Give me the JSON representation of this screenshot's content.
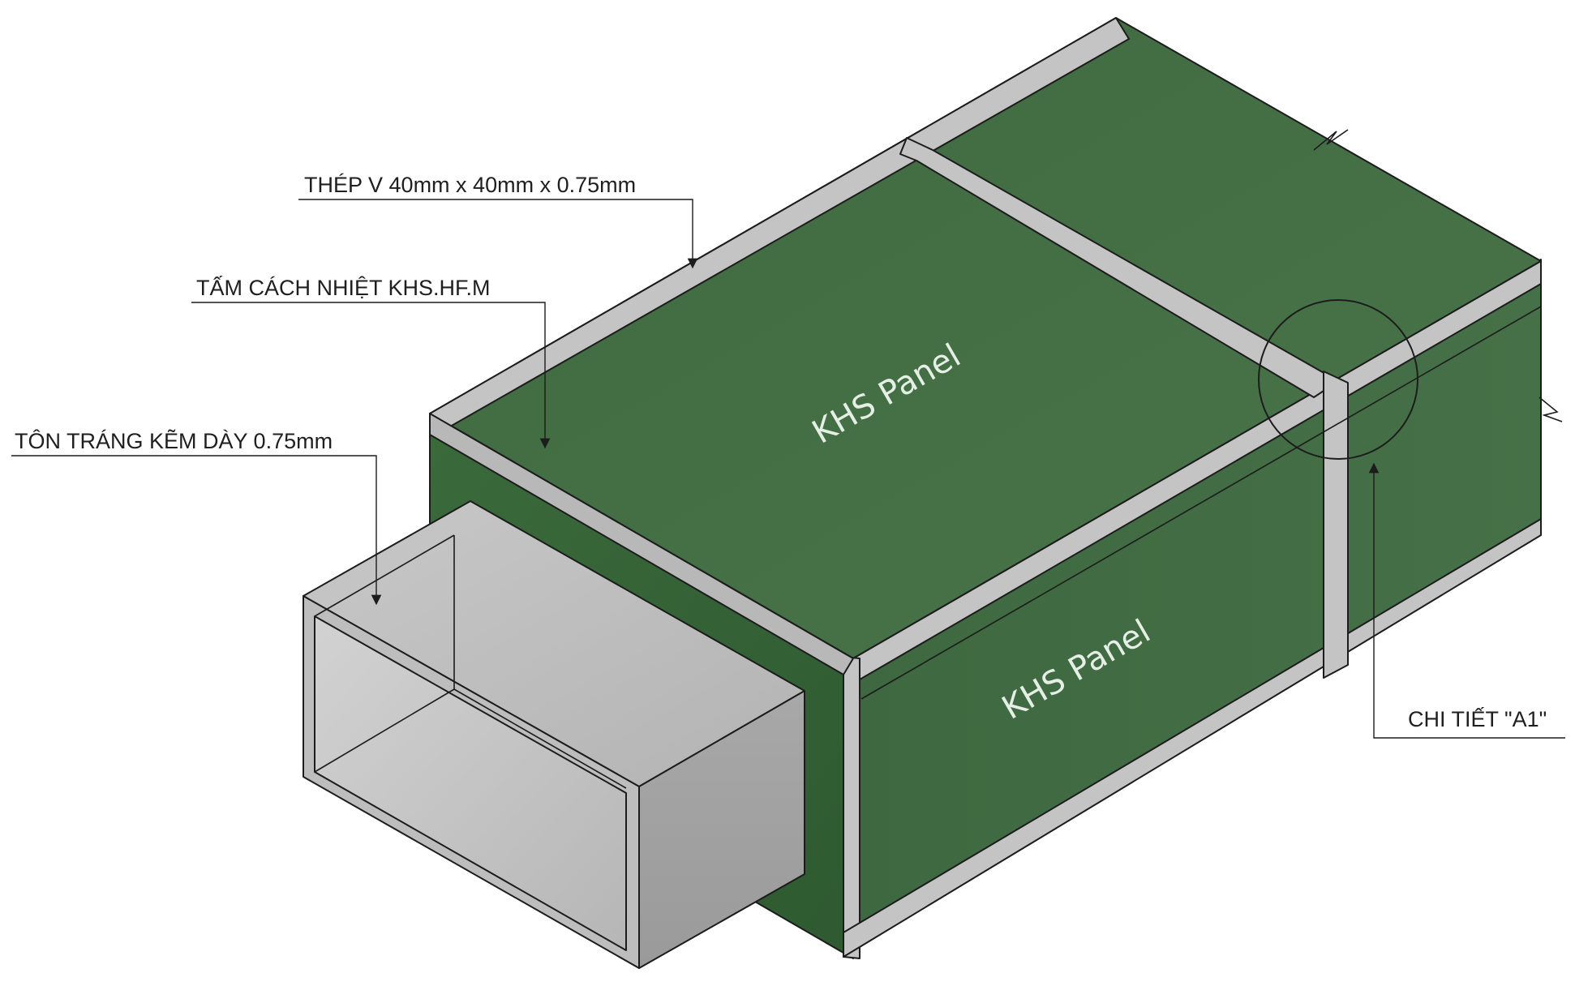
{
  "colors": {
    "panel_green": "#466f46",
    "panel_green_dark": "#3b5f3b",
    "steel_gray": "#c4c4c4",
    "duct_gray": "#a9a9a9",
    "label_text": "#1f1f1f",
    "panel_label_text": "#e6efe6"
  },
  "panel_labels": {
    "top": "KHS Panel",
    "side": "KHS Panel"
  },
  "callouts": {
    "steel_angle": "THÉP V 40mm x 40mm x 0.75mm",
    "insulation_panel": "TẤM CÁCH NHIỆT KHS.HF.M",
    "galvanized_sheet": "TÔN TRÁNG KẼM DÀY 0.75mm",
    "detail": "CHI TIẾT \"A1\""
  }
}
